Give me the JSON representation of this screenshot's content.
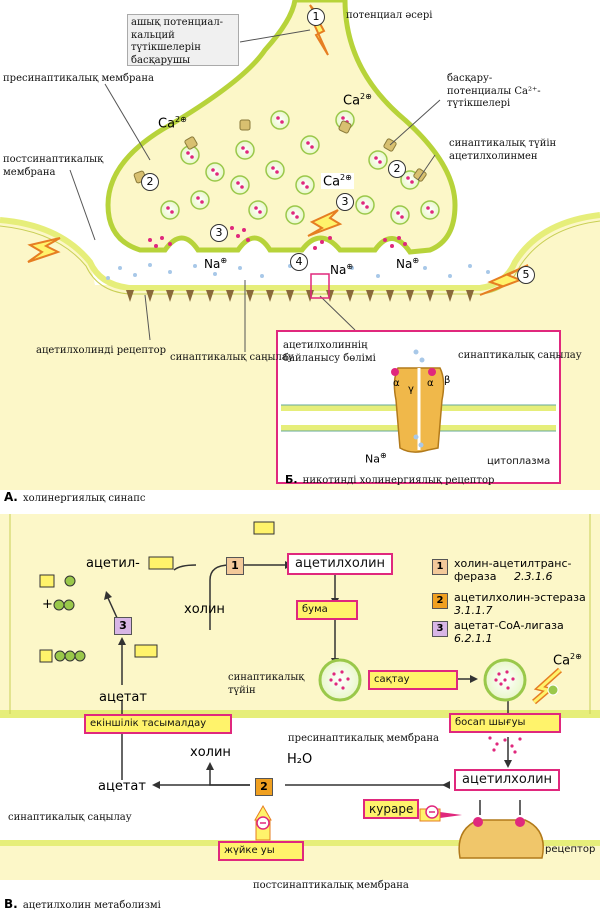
{
  "panel_a": {
    "letter": "А.",
    "caption": "холинергиялық синапс",
    "callout_top": "ашық потенциал-кальций түтікшелерін басқарушы",
    "label_action_potential": "потенциал әсері",
    "label_presynaptic_membrane": "пресинаптикалық мембрана",
    "label_postsynaptic_membrane": "постсинаптикалық мембрана",
    "label_control_channels": "басқару-потенциалы Ca²⁺-түтікшелері",
    "label_vesicle": "синаптикалық түйін ацетилхолинмен",
    "label_receptor": "ацетилхолинді рецептор",
    "label_cleft": "синаптикалық саңылау",
    "ion_ca": "Ca",
    "ion_na": "Na",
    "steps": [
      "1",
      "2",
      "3",
      "4",
      "5"
    ]
  },
  "panel_b": {
    "letter": "Б.",
    "caption": "никотинді холинергиялық рецептор",
    "label_binding": "ацетилхолиннің байланысу бөлімі",
    "label_cleft": "синаптикалық саңылау",
    "label_cytoplasm": "цитоплазма",
    "ion_na": "Na",
    "subunits": [
      "α",
      "γ",
      "α",
      "β"
    ]
  },
  "panel_c": {
    "letter": "В.",
    "caption": "ацетилхолин метаболизмі",
    "acetyl": "ацетил-",
    "plus": "+",
    "choline_top": "холин",
    "acetylcholine_top": "ацетилхолин",
    "bubble": "бума",
    "storage": "сақтау",
    "release": "босап шығуы",
    "acetylcholine_bottom": "ацетилхолин",
    "acetate_top": "ацетат",
    "acetate_bottom": "ацетат",
    "choline_bottom": "холин",
    "water": "H₂O",
    "secondary_transport": "екіншілік тасымалдау",
    "synaptic_vesicle": "синаптикалық түйін",
    "presynaptic_membrane": "пресинаптикалық мембрана",
    "synaptic_cleft": "синаптикалық саңылау",
    "postsynaptic_membrane": "постсинаптикалық мембрана",
    "curare": "кураре",
    "poison": "жүйке уы",
    "receptor": "рецептор",
    "ca": "Ca",
    "enzymes": [
      {
        "num": "1",
        "name": "холин-ацетилтранс-фераза",
        "ec": "2.3.1.6",
        "color": "#f3c99a"
      },
      {
        "num": "2",
        "name": "ацетилхолин-эстераза",
        "ec": "3.1.1.7",
        "color": "#f0a020"
      },
      {
        "num": "3",
        "name": "ацетат-СоА-лигаза",
        "ec": "6.2.1.1",
        "color": "#d8b6e6"
      }
    ]
  },
  "colors": {
    "cytoplasm": "#fcf7c8",
    "membrane": "#e6ee7a",
    "magenta": "#e0287d",
    "yellow_box": "#fff36b",
    "vesicle": "#d8f0a0"
  }
}
